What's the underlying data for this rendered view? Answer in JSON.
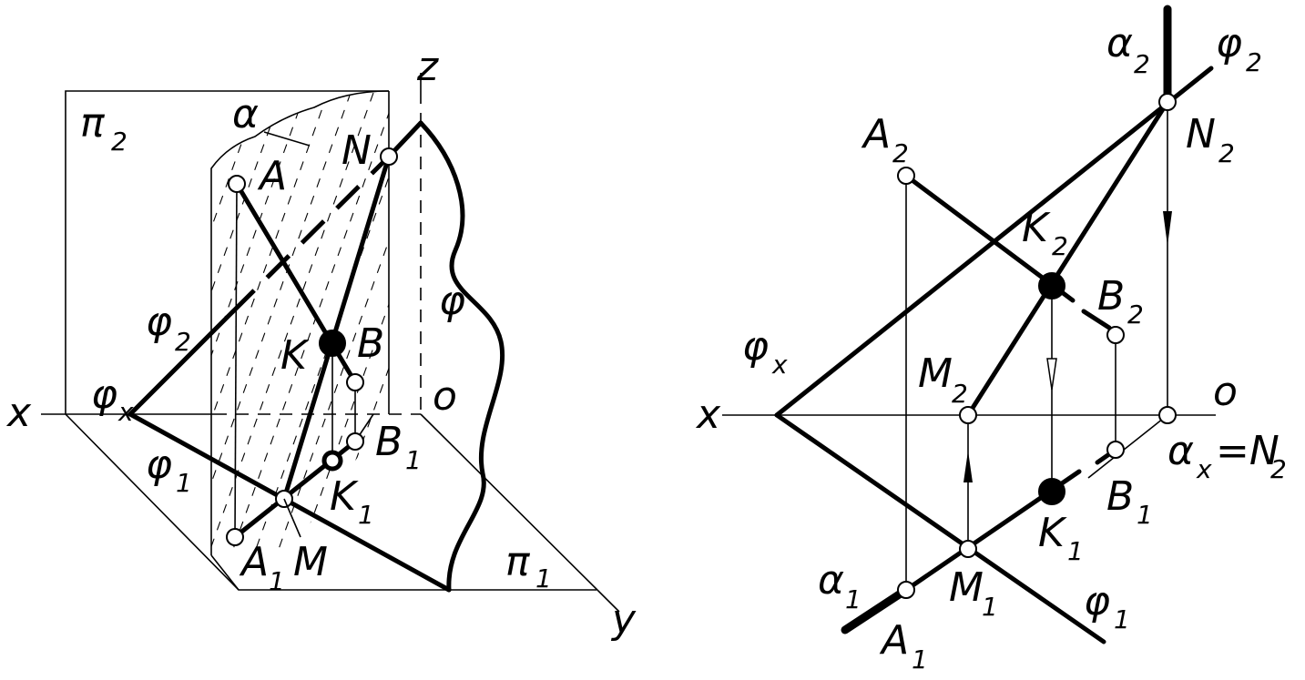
{
  "left_figure": {
    "labels": {
      "z": "z",
      "pi2": "π",
      "pi2_sub": "2",
      "alpha": "α",
      "A": "A",
      "N": "N",
      "phi": "φ",
      "phi2": "φ",
      "phi2_sub": "2",
      "K": "K",
      "B": "B",
      "x": "x",
      "phix": "φ",
      "phix_sub": "x",
      "o": "o",
      "B1": "B",
      "B1_sub": "1",
      "phi1": "φ",
      "phi1_sub": "1",
      "K1": "K",
      "K1_sub": "1",
      "A1": "A",
      "A1_sub": "1",
      "M": "M",
      "pi1": "π",
      "pi1_sub": "1",
      "y": "y"
    }
  },
  "right_figure": {
    "labels": {
      "alpha2": "α",
      "alpha2_sub": "2",
      "phi2": "φ",
      "phi2_sub": "2",
      "N2": "N",
      "N2_sub": "2",
      "A2": "A",
      "A2_sub": "2",
      "K2": "K",
      "K2_sub": "2",
      "B2": "B",
      "B2_sub": "2",
      "phix": "φ",
      "phix_sub": "x",
      "M2": "M",
      "M2_sub": "2",
      "x": "x",
      "o": "o",
      "alphax": "α",
      "alphax_sub": "x",
      "eqN2": "=N",
      "eqN2_sub": "2",
      "B1": "B",
      "B1_sub": "1",
      "K1": "K",
      "K1_sub": "1",
      "alpha1": "α",
      "alpha1_sub": "1",
      "M1": "M",
      "M1_sub": "1",
      "phi1": "φ",
      "phi1_sub": "1",
      "A1": "A",
      "A1_sub": "1"
    }
  }
}
